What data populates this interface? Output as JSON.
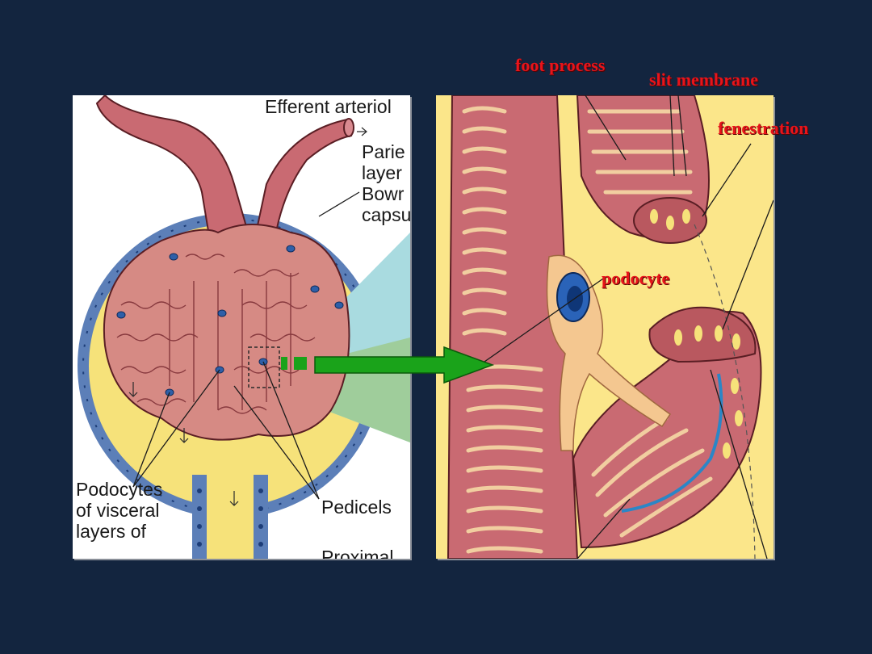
{
  "left_panel": {
    "labels": {
      "efferent": "Efferent arteriol",
      "parietal_1": "Parie",
      "parietal_2": "layer",
      "parietal_3": "Bowr",
      "parietal_4": "capsu",
      "podocytes_1": "Podocytes",
      "podocytes_2": "of visceral",
      "podocytes_3": "layers of",
      "pedicels": "Pedicels",
      "proximal": "Proximal"
    }
  },
  "right_panel": {
    "labels": {
      "foot_process": "foot process",
      "slit_membrane": "slit membrane",
      "fenestration": "fenestration",
      "podocyte": "podocyte"
    }
  },
  "colors": {
    "background": "#13253f",
    "label_red": "#e8141a",
    "arrow_green": "#1aa31a",
    "capillary": "#c96a72",
    "capsule_fill": "#fbe68a"
  }
}
